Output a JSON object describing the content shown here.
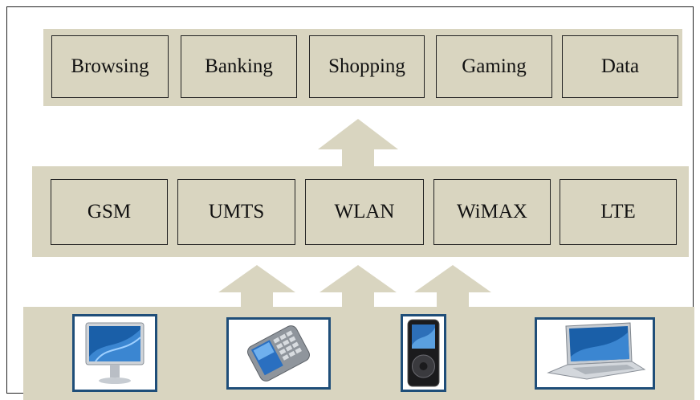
{
  "applications": [
    {
      "id": "browsing",
      "label": "Browsing"
    },
    {
      "id": "banking",
      "label": "Banking"
    },
    {
      "id": "shopping",
      "label": "Shopping"
    },
    {
      "id": "gaming",
      "label": "Gaming"
    },
    {
      "id": "data",
      "label": "Data"
    }
  ],
  "technologies": [
    {
      "id": "gsm",
      "label": "GSM"
    },
    {
      "id": "umts",
      "label": "UMTS"
    },
    {
      "id": "wlan",
      "label": "WLAN"
    },
    {
      "id": "wimax",
      "label": "WiMAX"
    },
    {
      "id": "lte",
      "label": "LTE"
    }
  ],
  "devices": [
    {
      "id": "desktop",
      "icon": "desktop-monitor-icon"
    },
    {
      "id": "mobile-phone",
      "icon": "mobile-phone-icon"
    },
    {
      "id": "media-player",
      "icon": "media-player-icon"
    },
    {
      "id": "laptop",
      "icon": "laptop-icon"
    }
  ],
  "colors": {
    "band": "#d9d5c0",
    "arrow": "#d9d5c0",
    "border": "#222222",
    "device_frame": "#1f4e79",
    "screen_blue": "#1a5fa8"
  }
}
